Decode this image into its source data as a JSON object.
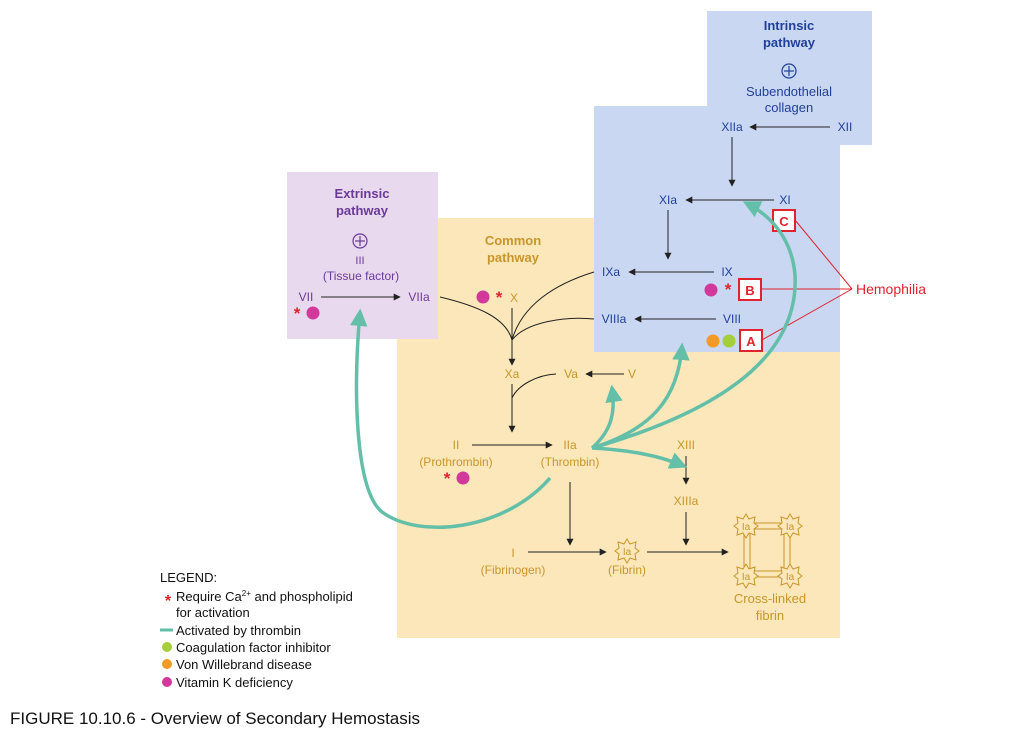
{
  "colors": {
    "intrinsic_bg": "#c9d7f2",
    "extrinsic_bg": "#e8d9ee",
    "common_bg": "#fbe7b9",
    "intrinsic_text": "#1f3f9a",
    "extrinsic_text": "#6b3a98",
    "common_text": "#c9962a",
    "hemophilia_red": "#e0232d",
    "thrombin_arrow": "#64bfa9",
    "calcium_red": "#e0232d",
    "vitamin_k_magenta": "#d2399b",
    "vwd_orange": "#f39a24",
    "inhibitor_green": "#a4cf3b"
  },
  "intrinsic": {
    "title_line1": "Intrinsic",
    "title_line2": "pathway",
    "trigger_line1": "Subendothelial",
    "trigger_line2": "collagen",
    "factors": {
      "XIIa": "XIIa",
      "XII": "XII",
      "XIa": "XIa",
      "XI": "XI",
      "IXa": "IXa",
      "IX": "IX",
      "VIIIa": "VIIIa",
      "VIII": "VIII"
    }
  },
  "extrinsic": {
    "title_line1": "Extrinsic",
    "title_line2": "pathway",
    "factor_III": "III",
    "tissue_factor": "(Tissue factor)",
    "VII": "VII",
    "VIIa": "VIIa"
  },
  "common": {
    "title_line1": "Common",
    "title_line2": "pathway",
    "X": "X",
    "Xa": "Xa",
    "Va": "Va",
    "V": "V",
    "II": "II",
    "prothrombin": "(Prothrombin)",
    "IIa": "IIa",
    "thrombin": "(Thrombin)",
    "XIII": "XIII",
    "XIIIa": "XIIIa",
    "I": "I",
    "fibrinogen": "(Fibrinogen)",
    "Ia": "Ia",
    "fibrin": "(Fibrin)",
    "crosslinked_line1": "Cross-linked",
    "crosslinked_line2": "fibrin"
  },
  "hemophilia": {
    "label": "Hemophilia",
    "A": "A",
    "B": "B",
    "C": "C"
  },
  "legend": {
    "title": "LEGEND:",
    "calcium_line1": "Require Ca",
    "calcium_sup": "2+",
    "calcium_line1_rest": " and phospholipid",
    "calcium_line2": "for activation",
    "thrombin": "Activated by thrombin",
    "inhibitor": "Coagulation factor inhibitor",
    "vwd": "Von Willebrand disease",
    "vitk": "Vitamin K deficiency"
  },
  "caption": "FIGURE 10.10.6 - Overview of Secondary Hemostasis"
}
